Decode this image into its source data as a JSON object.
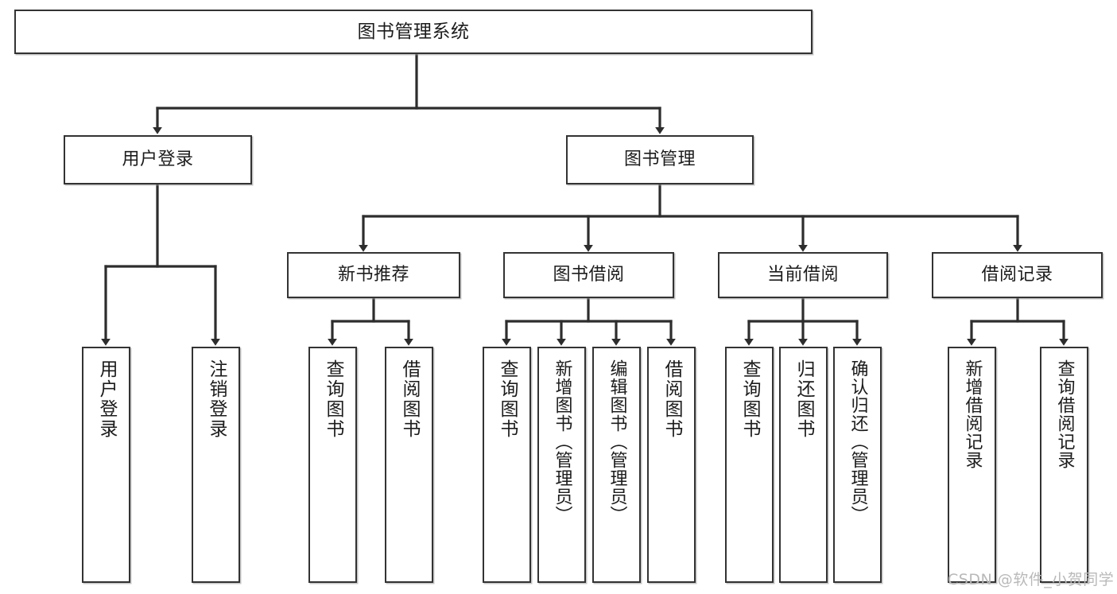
{
  "diagram": {
    "title": "图书管理系统",
    "type": "functional-structure-tree",
    "background_color": "#ffffff",
    "box_border_color": "#333333",
    "text_color": "#1c1c1c"
  },
  "nodes": {
    "root": {
      "label": "图书管理系统"
    },
    "level2": [
      {
        "label": "用户登录"
      },
      {
        "label": "图书管理"
      }
    ],
    "level3": [
      {
        "label": "新书推荐"
      },
      {
        "label": "图书借阅"
      },
      {
        "label": "当前借阅"
      },
      {
        "label": "借阅记录"
      }
    ],
    "leaves": {
      "user_login": [
        {
          "label": "用户登录"
        },
        {
          "label": "注销登录"
        }
      ],
      "new_book_recommend": [
        {
          "label": "查询图书"
        },
        {
          "label": "借阅图书"
        }
      ],
      "book_borrow": [
        {
          "label": "查询图书"
        },
        {
          "label": "新增图书（管理员）"
        },
        {
          "label": "编辑图书（管理员）"
        },
        {
          "label": "借阅图书"
        }
      ],
      "current_borrow": [
        {
          "label": "查询图书"
        },
        {
          "label": "归还图书"
        },
        {
          "label": "确认归还（管理员）"
        }
      ],
      "borrow_record": [
        {
          "label": "新增借阅记录"
        },
        {
          "label": "查询借阅记录"
        }
      ]
    }
  },
  "watermark": {
    "text": "CSDN @软件_小贺同学"
  }
}
